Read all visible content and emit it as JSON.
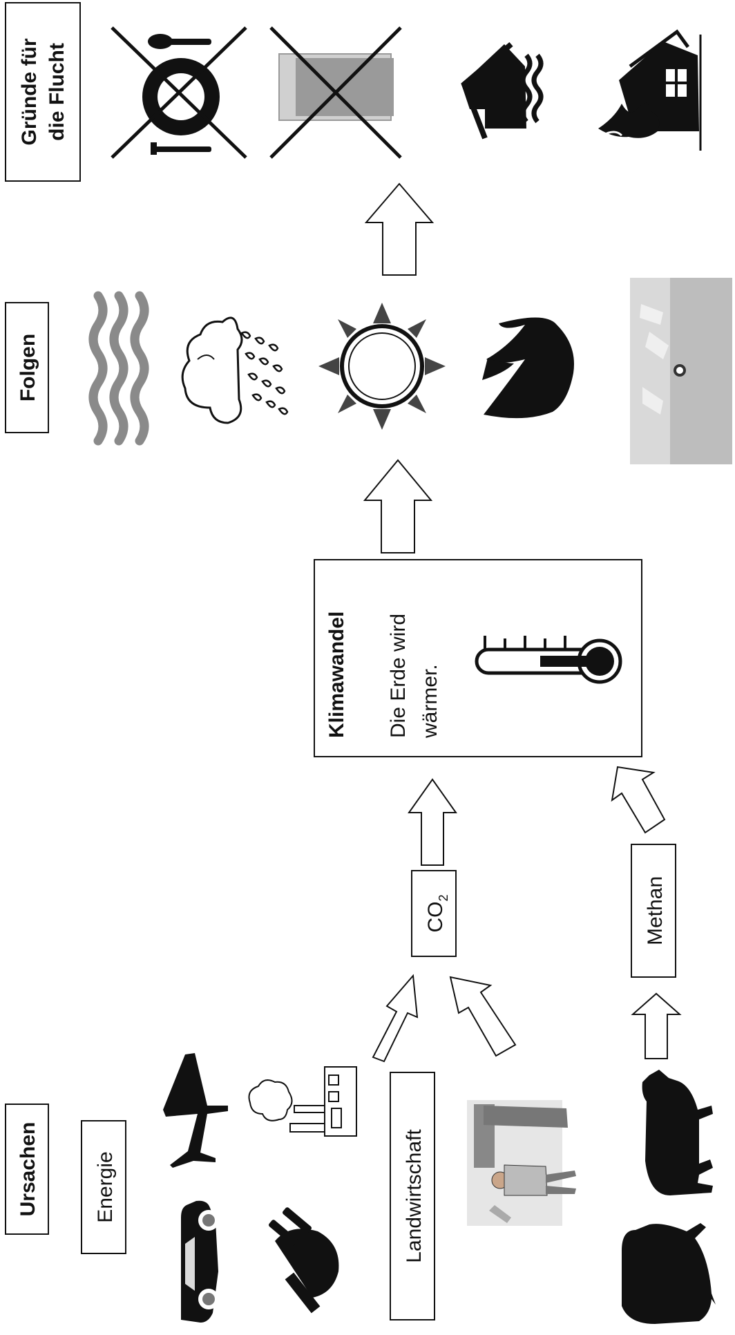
{
  "sections": {
    "causes": "Ursachen",
    "effects": "Folgen",
    "reasons": "Gründe für die Flucht"
  },
  "reasons_lines": [
    "Gründe für",
    "die Flucht"
  ],
  "energy_label": "Energie",
  "agriculture_label": "Landwirtschaft",
  "co2": {
    "base": "CO",
    "subscript": "2"
  },
  "methane_label": "Methan",
  "climate_box": {
    "title": "Klimawandel",
    "line1": "Die Erde wird",
    "line2": "wärmer."
  },
  "icons": {
    "causes": [
      "car-icon",
      "plug-icon",
      "airplane-icon",
      "factory-icon",
      "logging-icon",
      "pig-icon",
      "cow-icon"
    ],
    "effects": [
      "flood-waves-icon",
      "rain-cloud-icon",
      "sun-icon",
      "fire-icon",
      "drought-icon"
    ],
    "reasons": [
      "no-food-icon",
      "no-water-icon",
      "flooded-house-icon",
      "burning-house-icon"
    ],
    "climate": "thermometer-icon"
  },
  "colors": {
    "ink": "#111111",
    "wave": "#8a8a8a",
    "photo": "#d9d9d9"
  }
}
